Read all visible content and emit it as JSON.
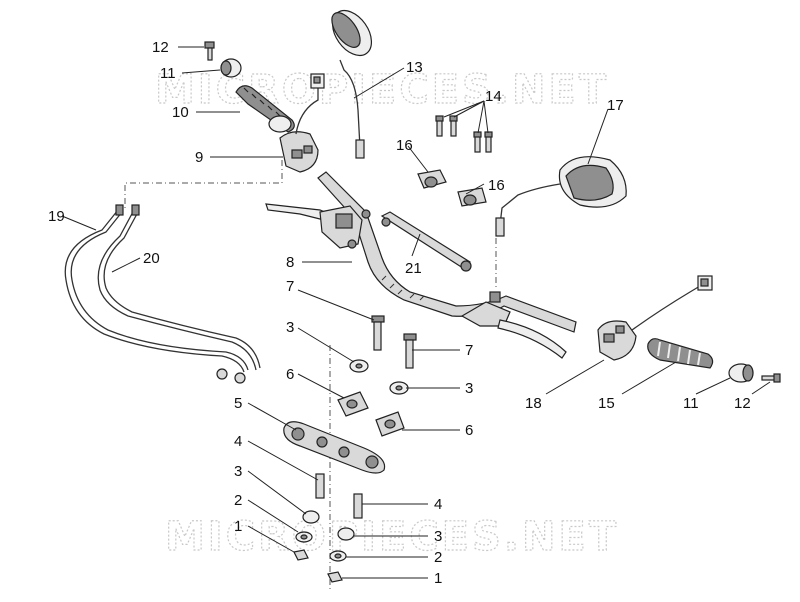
{
  "watermark": "MICROPIECES.NET",
  "callouts": {
    "n1a": "1",
    "n1b": "1",
    "n2a": "2",
    "n2b": "2",
    "n3a": "3",
    "n3b": "3",
    "n3c": "3",
    "n3d": "3",
    "n4a": "4",
    "n4b": "4",
    "n5": "5",
    "n6a": "6",
    "n6b": "6",
    "n7a": "7",
    "n7b": "7",
    "n8": "8",
    "n9": "9",
    "n10": "10",
    "n11a": "11",
    "n11b": "11",
    "n12a": "12",
    "n12b": "12",
    "n13": "13",
    "n14": "14",
    "n15": "15",
    "n16a": "16",
    "n16b": "16",
    "n17": "17",
    "n18": "18",
    "n19": "19",
    "n20": "20",
    "n21": "21"
  }
}
